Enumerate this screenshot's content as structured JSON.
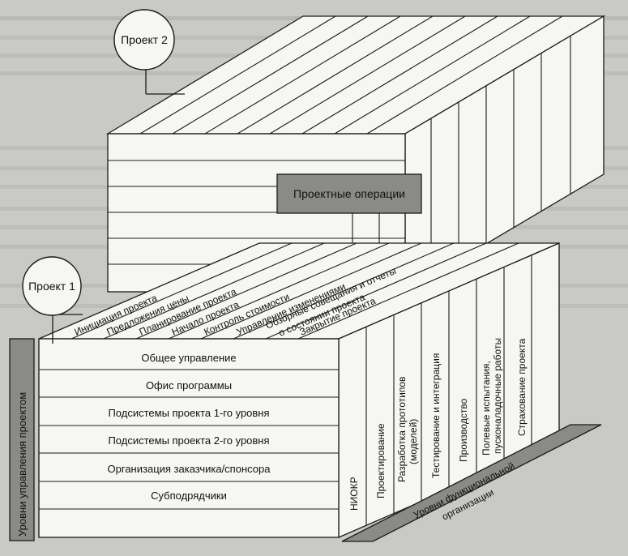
{
  "project2": {
    "label": "Проект 2",
    "box_label": "Проектные операции"
  },
  "project1": {
    "label": "Проект 1"
  },
  "side_label": "Уровни управления проектом",
  "phases": [
    "Инициация проекта",
    "Предложения цены",
    "Планирование проекта",
    "Начало проекта",
    "Контроль стоимости",
    "Управление изменениями",
    "Обзорные совещания и отчеты",
    "о состоянии проекта",
    "Закрытие проекта"
  ],
  "levels": [
    "Общее управление",
    "Офис программы",
    "Подсистемы проекта 1-го уровня",
    "Подсистемы проекта 2-го уровня",
    "Организация заказчика/спонсора",
    "Субподрядчики"
  ],
  "functions": [
    "НИОКР",
    "Проектирование",
    "Разработка прототипов",
    "(моделей)",
    "Тестирование и интеграция",
    "Производство",
    "Полевые испытания,",
    "пусконаладочные работы",
    "Страхование проекта"
  ],
  "bottom_label_1": "Уровни функциональной",
  "bottom_label_2": "организации",
  "colors": {
    "background": "#c9c9c6",
    "face": "#f6f6f3",
    "dark_bar": "#8a8a88",
    "line": "#1a1a1a"
  }
}
